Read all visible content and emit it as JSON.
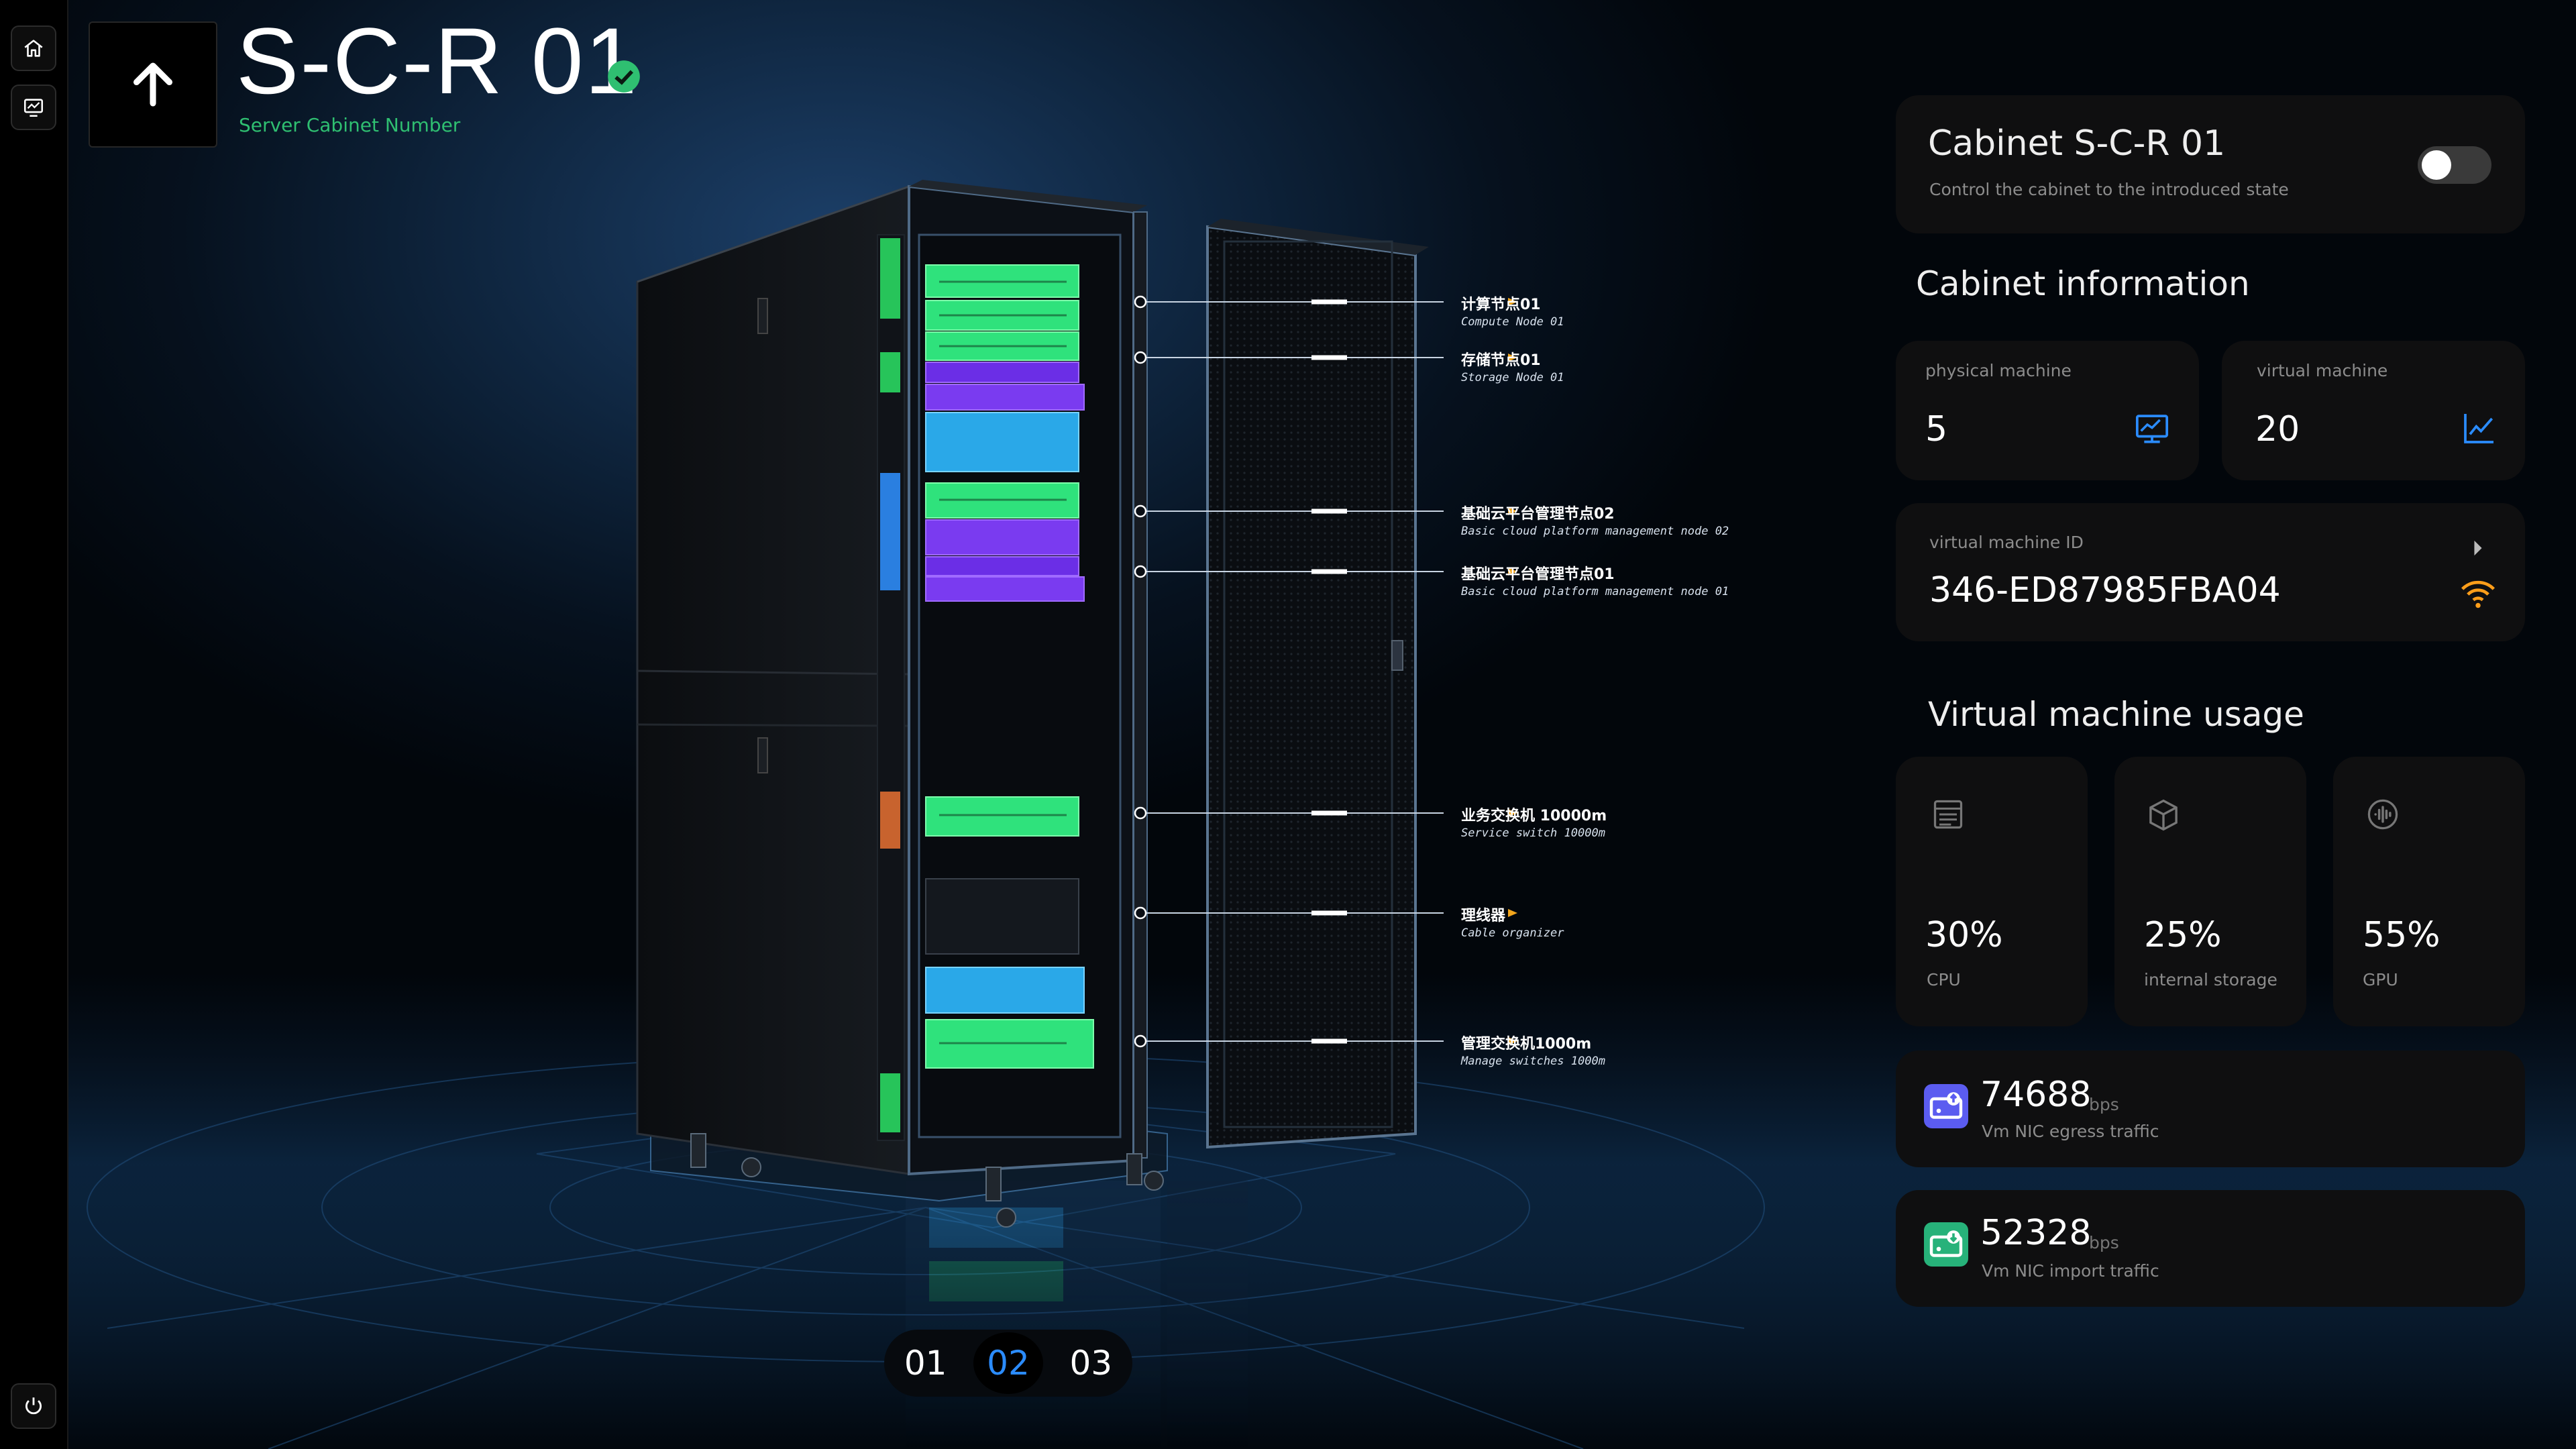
{
  "rail": {
    "top_icons": [
      "home-icon",
      "monitor-chart-icon"
    ],
    "bottom_icon": "power-icon"
  },
  "header": {
    "back_icon": "arrow-up-icon",
    "title": "S-C-R 01",
    "status_icon": "check-circle-icon",
    "status_color": "#2fbf71",
    "subtitle": "Server Cabinet Number"
  },
  "callouts": [
    {
      "zh": "计算节点01",
      "en": "Compute Node 01"
    },
    {
      "zh": "存储节点01",
      "en": "Storage Node 01"
    },
    {
      "zh": "基础云平台管理节点02",
      "en": "Basic cloud platform management node 02"
    },
    {
      "zh": "基础云平台管理节点01",
      "en": "Basic cloud platform management node 01"
    },
    {
      "zh": "业务交换机 10000m",
      "en": "Service switch 10000m"
    },
    {
      "zh": "理线器",
      "en": "Cable organizer"
    },
    {
      "zh": "管理交换机1000m",
      "en": "Manage switches 1000m"
    }
  ],
  "pager": {
    "pages": [
      "01",
      "02",
      "03"
    ],
    "active": "02",
    "active_color": "#2b8cff"
  },
  "panel": {
    "cabinet_card": {
      "title": "Cabinet S-C-R 01",
      "subtitle": "Control the cabinet to the introduced state",
      "toggle_on": false
    },
    "info_title": "Cabinet information",
    "physical": {
      "label": "physical machine",
      "value": "5",
      "icon": "monitor-chart-icon",
      "icon_color": "#2b8cff"
    },
    "virtual": {
      "label": "virtual machine",
      "value": "20",
      "icon": "trend-chart-icon",
      "icon_color": "#2b8cff"
    },
    "vm_id": {
      "label": "virtual machine ID",
      "value": "346-ED87985FBA04",
      "icon": "wifi-icon",
      "icon_color": "#ff9e1a",
      "chevron_icon": "chevron-right-icon"
    },
    "usage_title": "Virtual machine usage",
    "usage": [
      {
        "value": "30%",
        "label": "CPU",
        "icon": "cpu-list-icon"
      },
      {
        "value": "25%",
        "label": "internal storage",
        "icon": "cube-icon"
      },
      {
        "value": "55%",
        "label": "GPU",
        "icon": "waveform-circle-icon"
      }
    ],
    "traffic": [
      {
        "value": "74688",
        "unit": "bps",
        "label": "Vm NIC egress traffic",
        "icon": "nic-upload-icon",
        "icon_color": "#5b5cf0"
      },
      {
        "value": "52328",
        "unit": "bps",
        "label": "Vm NIC import traffic",
        "icon": "nic-download-icon",
        "icon_color": "#27b27a"
      }
    ]
  }
}
